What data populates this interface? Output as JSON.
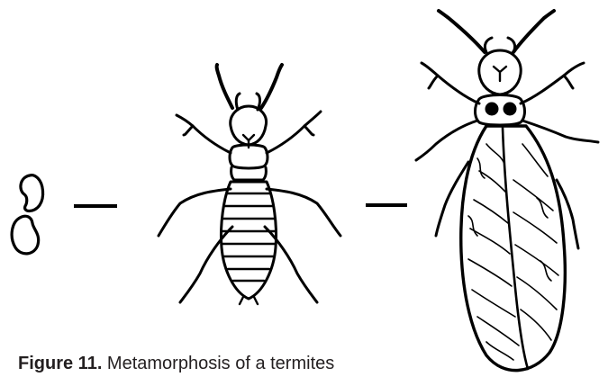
{
  "caption": {
    "label": "Figure 11.",
    "text": " Metamorphosis of a termites"
  },
  "stages": [
    {
      "name": "eggs",
      "icon": "termite-eggs"
    },
    {
      "name": "nymph",
      "icon": "termite-nymph"
    },
    {
      "name": "winged adult",
      "icon": "winged-termite-adult"
    }
  ],
  "colors": {
    "ink": "#000000",
    "caption": "#231f20",
    "background": "#ffffff"
  }
}
